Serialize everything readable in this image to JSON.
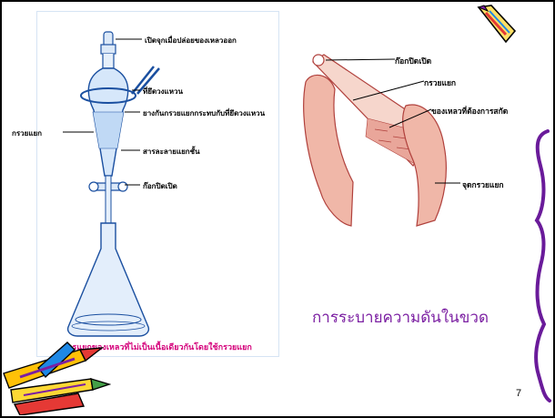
{
  "slide": {
    "funnel_labels": {
      "stopper": "เปิดจุกเมื่อปล่อยของเหลวออก",
      "ring": "ที่ยึดวงแหวน",
      "clamp": "ยางกันกรวยแยกกระทบกับที่ยึดวงแหวน",
      "funnel": "กรวยแยก",
      "layers": "สารละลายแยกชั้น",
      "stopcock": "ก๊อกปิดเปิด"
    },
    "caption": "การแยกของเหลวที่ไม่เป็นเนื้อเดียวกันโดยใช้กรวยแยก",
    "hand_labels": {
      "stopcock": "ก๊อกปิดเปิด",
      "funnel": "กรวยแยก",
      "liquid": "ของเหลวที่ต้องการสกัด",
      "hold": "จุดกรวยแยก"
    },
    "title": "การระบายความดันในขวด",
    "page_number": "7",
    "colors": {
      "title": "#7b1fa2",
      "caption": "#d4007a",
      "border": "#000000",
      "brace": "#6a1b9a"
    },
    "icons": [
      "crayons-icon",
      "crayon-icon",
      "brace-icon"
    ]
  }
}
